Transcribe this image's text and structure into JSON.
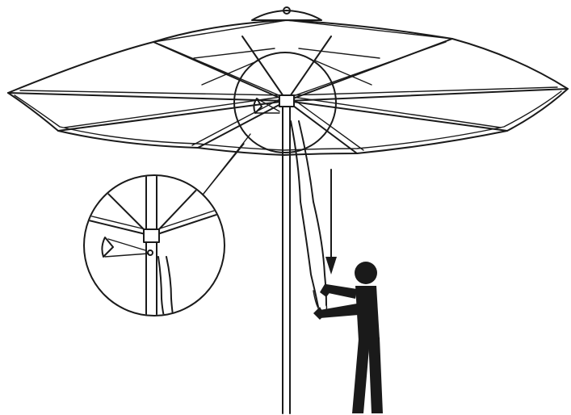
{
  "diagram": {
    "subject": "umbrella-lowering-instruction",
    "colors": {
      "line": "#1a1a1a",
      "background": "#ffffff"
    },
    "parts": [
      "umbrella-canopy",
      "umbrella-pole",
      "crank-handle",
      "pull-cord",
      "detail-callout",
      "person-figure",
      "downward-arrow"
    ]
  }
}
